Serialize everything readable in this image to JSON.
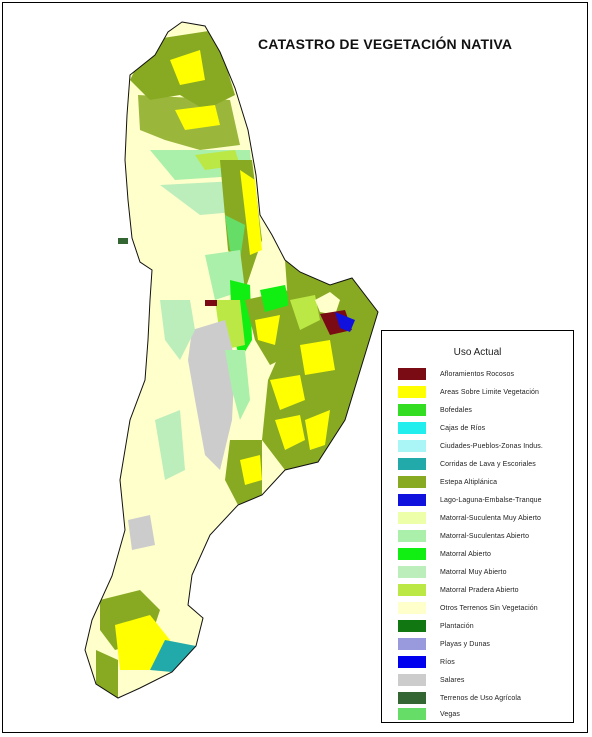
{
  "title": "CATASTRO DE VEGETACIÓN NATIVA",
  "legend": {
    "title": "Uso Actual",
    "items": [
      {
        "label": "Afloramientos Rocosos",
        "color": "#7a0a14"
      },
      {
        "label": "Areas Sobre Limite Vegetación",
        "color": "#ffff00"
      },
      {
        "label": "Bofedales",
        "color": "#33dd22"
      },
      {
        "label": "Cajas de Ríos",
        "color": "#22eeee"
      },
      {
        "label": "Ciudades-Pueblos-Zonas Indus.",
        "color": "#aaf5f5"
      },
      {
        "label": "Corridas de Lava y Escoriales",
        "color": "#22aaaa"
      },
      {
        "label": "Estepa Altiplánica",
        "color": "#88aa22"
      },
      {
        "label": "Lago-Laguna-Embalse-Tranque",
        "color": "#1111dd"
      },
      {
        "label": "Matorral-Suculenta Muy Abierto",
        "color": "#eeffaa"
      },
      {
        "label": "Matorral-Suculentas Abierto",
        "color": "#aaf0aa"
      },
      {
        "label": "Matorral Abierto",
        "color": "#11ee11"
      },
      {
        "label": "Matorral Muy Abierto",
        "color": "#bbeebb"
      },
      {
        "label": "Matorral Pradera Abierto",
        "color": "#bbe844"
      },
      {
        "label": "Otros Terrenos Sin Vegetación",
        "color": "#ffffcc"
      },
      {
        "label": "Plantación",
        "color": "#117711"
      },
      {
        "label": "Playas y Dunas",
        "color": "#9999dd"
      },
      {
        "label": "Ríos",
        "color": "#0000ee"
      },
      {
        "label": "Salares",
        "color": "#cccccc"
      },
      {
        "label": "Terrenos de Uso Agrícola",
        "color": "#336633"
      },
      {
        "label": "Vegas",
        "color": "#66dd66"
      }
    ]
  }
}
